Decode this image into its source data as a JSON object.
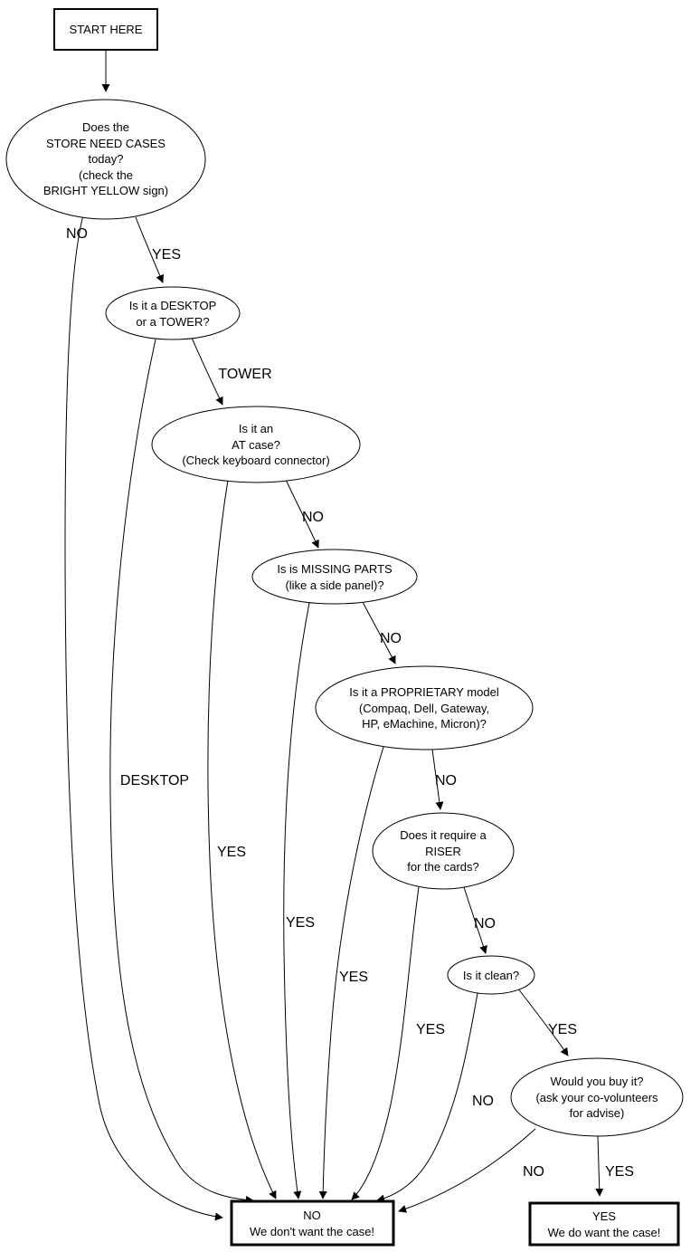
{
  "diagram": {
    "title": "Case acceptance decision flowchart",
    "colors": {
      "stroke": "#000000",
      "fill": "#ffffff",
      "background": "#ffffff"
    },
    "nodes": {
      "start": {
        "lines": [
          "START HERE"
        ]
      },
      "store_need_cases": {
        "lines": [
          "Does the",
          "STORE NEED CASES",
          "today?",
          "(check the",
          "BRIGHT YELLOW sign)"
        ]
      },
      "desktop_or_tower": {
        "lines": [
          "Is it a DESKTOP",
          "or a TOWER?"
        ]
      },
      "at_case": {
        "lines": [
          "Is it an",
          "AT case?",
          "(Check keyboard connector)"
        ]
      },
      "missing_parts": {
        "lines": [
          "Is is MISSING PARTS",
          "(like a side panel)?"
        ]
      },
      "proprietary_model": {
        "lines": [
          "Is it a PROPRIETARY model",
          "(Compaq, Dell, Gateway,",
          "HP, eMachine, Micron)?"
        ]
      },
      "riser": {
        "lines": [
          "Does it require a",
          "RISER",
          "for the cards?"
        ]
      },
      "clean": {
        "lines": [
          "Is it clean?"
        ]
      },
      "would_buy": {
        "lines": [
          "Would you buy it?",
          "(ask your co-volunteers",
          "for advise)"
        ]
      },
      "reject": {
        "lines": [
          "NO",
          "We don't want the case!"
        ]
      },
      "accept": {
        "lines": [
          "YES",
          "We do want the case!"
        ]
      }
    },
    "edge_labels": {
      "need_no": "NO",
      "need_yes": "YES",
      "type_tower": "TOWER",
      "type_desktop": "DESKTOP",
      "at_yes": "YES",
      "at_no": "NO",
      "missing_yes": "YES",
      "missing_no": "NO",
      "proprietary_yes": "YES",
      "proprietary_no": "NO",
      "riser_yes": "YES",
      "riser_no": "NO",
      "clean_yes": "YES",
      "clean_no": "NO",
      "buy_no": "NO",
      "buy_yes": "YES"
    }
  }
}
